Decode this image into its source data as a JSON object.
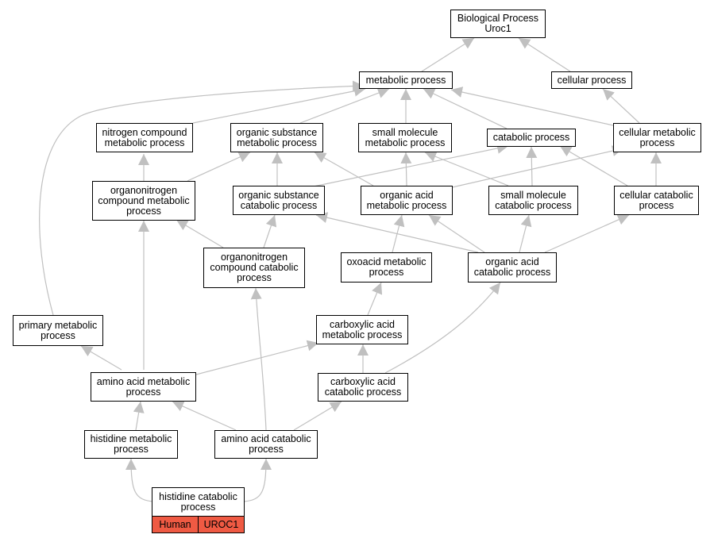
{
  "nodes": {
    "root": "Biological Process\nUroc1",
    "metabolic": "metabolic process",
    "cellular": "cellular process",
    "nitrogen": "nitrogen compound\nmetabolic process",
    "orgsub_met": "organic substance\nmetabolic process",
    "smallmol_met": "small molecule\nmetabolic process",
    "catabolic": "catabolic process",
    "cell_met": "cellular metabolic\nprocess",
    "orgN_met": "organonitrogen\ncompound metabolic\nprocess",
    "orgsub_cat": "organic substance\ncatabolic process",
    "orgacid_met": "organic acid\nmetabolic process",
    "smallmol_cat": "small molecule\ncatabolic process",
    "cell_cat": "cellular catabolic\nprocess",
    "orgN_cat": "organonitrogen\ncompound catabolic\nprocess",
    "oxoacid": "oxoacid metabolic\nprocess",
    "orgacid_cat": "organic acid\ncatabolic process",
    "primary": "primary metabolic\nprocess",
    "carbox_met": "carboxylic acid\nmetabolic process",
    "aa_met": "amino acid metabolic\nprocess",
    "carbox_cat": "carboxylic acid\ncatabolic process",
    "his_met": "histidine metabolic\nprocess",
    "aa_cat": "amino acid catabolic\nprocess"
  },
  "leaf": {
    "label": "histidine catabolic\nprocess",
    "species": "Human",
    "gene": "UROC1",
    "color": "#ef5a43"
  },
  "edge_color": "#c0c0c0"
}
